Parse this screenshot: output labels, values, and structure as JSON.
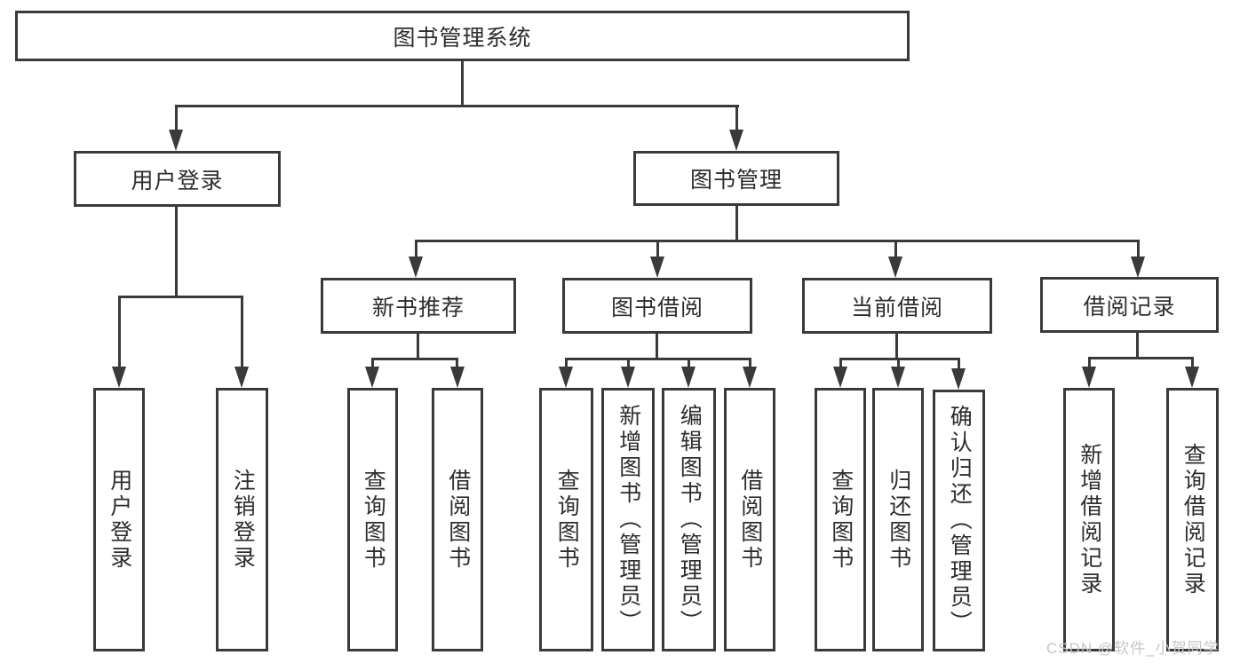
{
  "diagram": {
    "root": {
      "label": "图书管理系统"
    },
    "user_login": {
      "label": "用户登录",
      "children": [
        {
          "label": "用户登录"
        },
        {
          "label": "注销登录"
        }
      ]
    },
    "book_management": {
      "label": "图书管理",
      "groups": [
        {
          "label": "新书推荐",
          "children": [
            {
              "label": "查询图书"
            },
            {
              "label": "借阅图书"
            }
          ]
        },
        {
          "label": "图书借阅",
          "children": [
            {
              "label": "查询图书"
            },
            {
              "label": "新增图书（管理员）"
            },
            {
              "label": "编辑图书（管理员）"
            },
            {
              "label": "借阅图书"
            }
          ]
        },
        {
          "label": "当前借阅",
          "children": [
            {
              "label": "查询图书"
            },
            {
              "label": "归还图书"
            },
            {
              "label": "确认归还（管理员）"
            }
          ]
        },
        {
          "label": "借阅记录",
          "children": [
            {
              "label": "新增借阅记录"
            },
            {
              "label": "查询借阅记录"
            }
          ]
        }
      ]
    },
    "watermark": "CSDN @软件_小贺同学",
    "colors": {
      "line": "#3a3a3a",
      "text": "#2d2d2d",
      "watermark_gray": "#c6c6c6",
      "background": "#ffffff"
    }
  }
}
